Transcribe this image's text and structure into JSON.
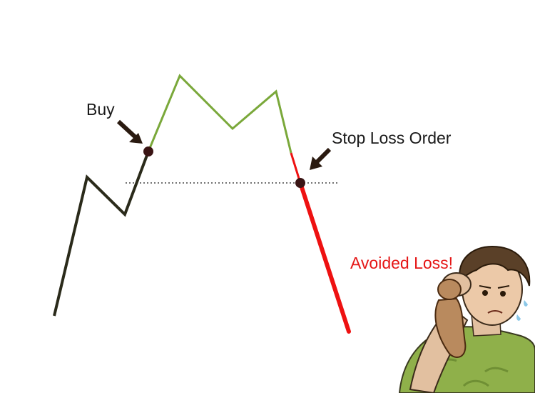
{
  "labels": {
    "buy": "Buy",
    "stop_loss": "Stop Loss Order",
    "avoided_loss": "Avoided Loss!"
  },
  "colors": {
    "downtrend": "#2a2a1a",
    "profit": "#7aa83a",
    "loss": "#ee1111",
    "marker": "#3a1414",
    "dotted_line": "#444444",
    "avoided_text": "#e51616"
  },
  "figure": {
    "icon": "sweating-man-wiping-forehead-illustration"
  }
}
